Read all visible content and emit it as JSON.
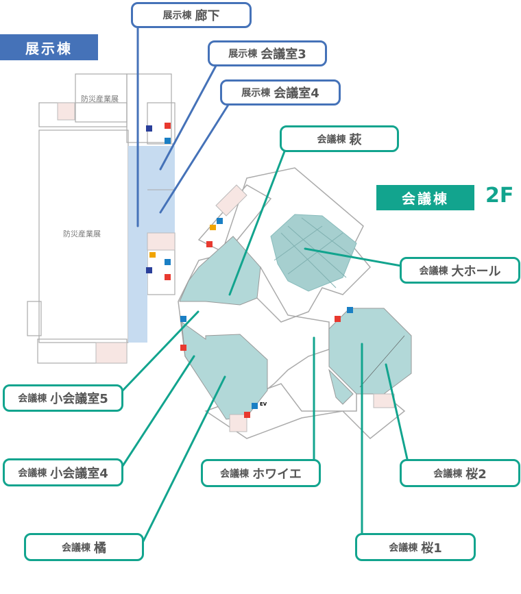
{
  "buildings": {
    "exhibition": {
      "name": "展示棟",
      "color": "#4572b8"
    },
    "conference": {
      "name": "会議棟",
      "color": "#12a48e",
      "floor": "2F"
    }
  },
  "room_texts": [
    "防災産業展",
    "防災産業展"
  ],
  "ev_label": "EV",
  "labels": [
    {
      "prefix": "展示棟",
      "name": "廊下"
    },
    {
      "prefix": "展示棟",
      "name": "会議室3"
    },
    {
      "prefix": "展示棟",
      "name": "会議室4"
    },
    {
      "prefix": "会議棟",
      "name": "萩"
    },
    {
      "prefix": "会議棟",
      "name": "大ホール"
    },
    {
      "prefix": "会議棟",
      "name": "小会議室5"
    },
    {
      "prefix": "会議棟",
      "name": "小会議室4"
    },
    {
      "prefix": "会議棟",
      "name": "ホワイエ"
    },
    {
      "prefix": "会議棟",
      "name": "桜2"
    },
    {
      "prefix": "会議棟",
      "name": "橘"
    },
    {
      "prefix": "会議棟",
      "name": "桜1"
    }
  ],
  "colors": {
    "room_highlight": "#b2d8d8",
    "corridor_highlight": "#c6dbf0",
    "toilet_women": "#e8392f",
    "toilet_men": "#1a7fc4",
    "wall": "#aaaaaa"
  }
}
